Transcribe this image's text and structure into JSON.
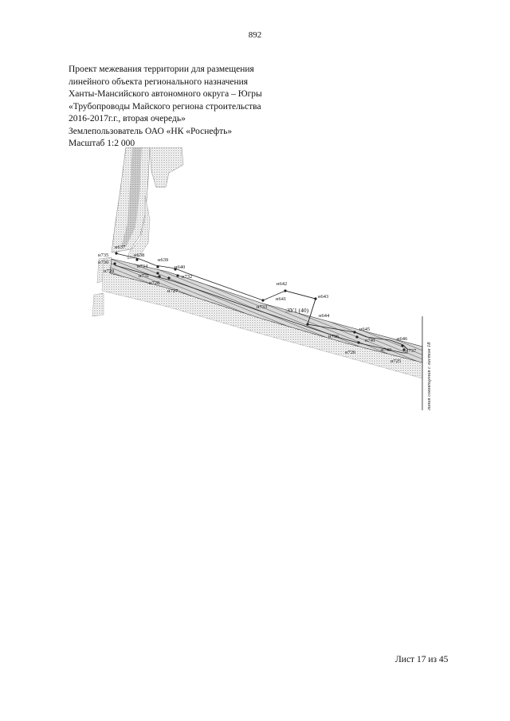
{
  "page_number": "892",
  "header": {
    "lines": [
      "Проект межевания территории для размещения",
      "линейного объекта регионального назначения",
      "Ханты-Мансийского автономного округа – Югры",
      "«Трубопроводы Майского региона строительства",
      "2016-2017г.г., вторая очередь»",
      "Землепользователь ОАО «НК «Роснефть»",
      "Масштаб 1:2 000"
    ]
  },
  "map": {
    "area_label": ":ЗУ1 (40)",
    "match_line_label": "линия совмещения с листом 18",
    "points": {
      "n637": "н637",
      "n638": "н638",
      "n639": "н639",
      "n640": "н640",
      "n641": "н641",
      "n642": "н642",
      "n643": "н643",
      "n644": "н644",
      "n645": "н645",
      "n646": "н646",
      "n725": "н725",
      "n726": "н726",
      "n727": "н727",
      "n728": "н728",
      "n729": "н729",
      "n730": "н730",
      "n731": "н731",
      "n732": "н732",
      "n733": "н733",
      "n734": "н734",
      "n735": "н735",
      "n736": "н736",
      "n737": "н737",
      "n740": "н740",
      "n741": "н741"
    }
  },
  "footer": {
    "sheet": "Лист 17 из 45"
  }
}
